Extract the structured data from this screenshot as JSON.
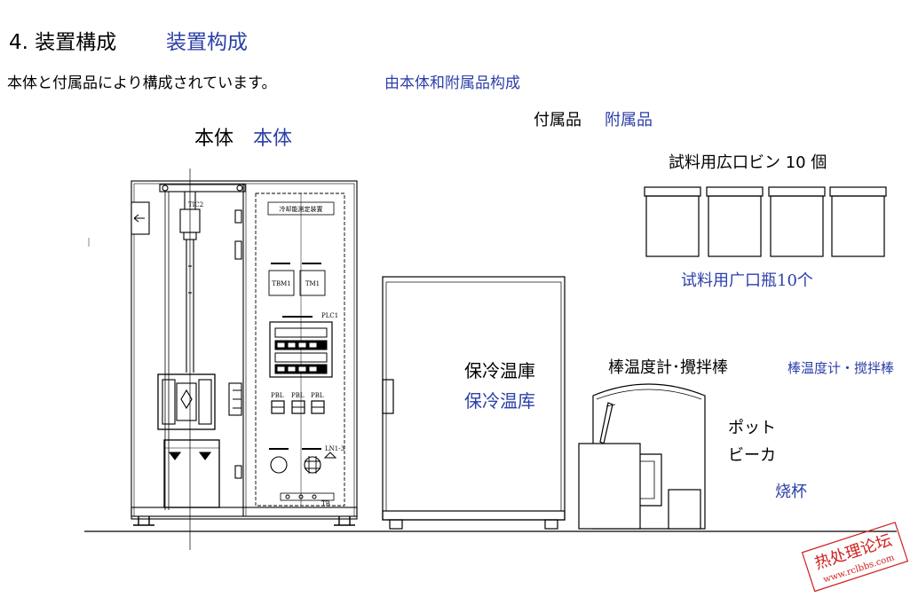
{
  "heading": {
    "number": "4.",
    "title_ja": "装置構成",
    "title_cn": "装置构成"
  },
  "intro": {
    "ja": "本体と付属品により構成されています。",
    "cn": "由本体和附属品构成"
  },
  "main_unit": {
    "ja": "本体",
    "cn": "本体",
    "panel_title": "冷却能測定装置",
    "labels": {
      "tic2": "TIC2",
      "tbm1": "TBM1",
      "tm1": "TM1",
      "plc1": "PLC1",
      "pbl": "PBL",
      "ln1": "LN1-3",
      "tb": "TB"
    }
  },
  "accessories": {
    "ja": "付属品",
    "cn": "附属品",
    "bottles": {
      "ja": "試料用広口ビン 10 個",
      "cn": "试料用广口瓶10个"
    },
    "cold_storage": {
      "ja": "保冷温庫",
      "cn": "保冷温库"
    },
    "rod": {
      "ja": "棒温度計･攪拌棒",
      "cn": "棒温度计・搅拌棒"
    },
    "pot": {
      "ja_line1": "ポット",
      "ja_line2": "ビーカ",
      "cn": "烧杯"
    }
  },
  "watermark": {
    "line1": "热处理论坛",
    "line2": "www.rclbbs.com"
  }
}
